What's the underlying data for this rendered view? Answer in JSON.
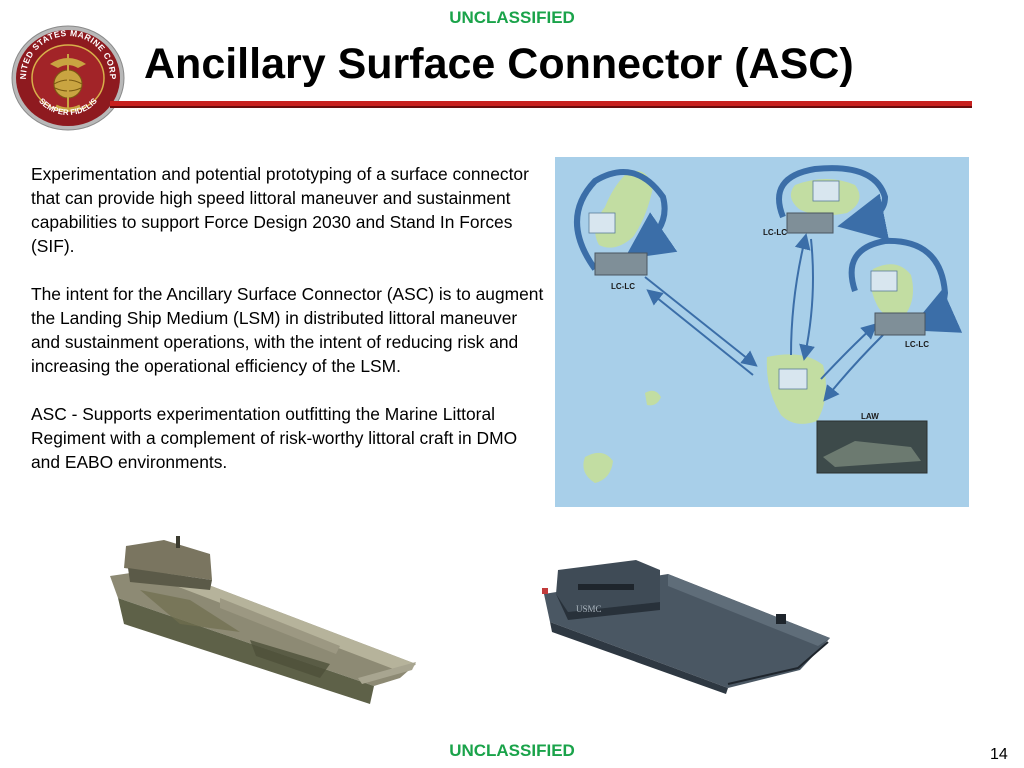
{
  "classification": {
    "top": "UNCLASSIFIED",
    "bottom": "UNCLASSIFIED"
  },
  "title": "Ancillary Surface Connector (ASC)",
  "seal": {
    "icon": "usmc-emblem-icon",
    "outer_text_top": "UNITED STATES MARINE CORPS",
    "outer_text_bottom": "SEMPER FIDELIS"
  },
  "body": {
    "paragraphs": [
      "Experimentation and potential prototyping of a surface connector that can provide high speed littoral maneuver and sustainment capabilities to support Force Design 2030 and Stand In Forces (SIF).",
      " The intent for the Ancillary Surface Connector (ASC) is to augment the Landing Ship Medium (LSM) in distributed littoral maneuver and sustainment operations, with the intent of reducing risk and increasing the operational efficiency of the LSM.",
      "ASC - Supports experimentation outfitting the Marine Littoral Regiment with a complement of risk-worthy littoral craft in DMO and EABO environments."
    ]
  },
  "map": {
    "labels": {
      "lclc_1": "LC-LC",
      "lclc_2": "LC-LC",
      "lclc_3": "LC-LC",
      "law": "LAW"
    },
    "colors": {
      "water": "#a8cfe9",
      "land": "#c2dda2",
      "arrow": "#3b6ea8"
    }
  },
  "page_number": "14"
}
